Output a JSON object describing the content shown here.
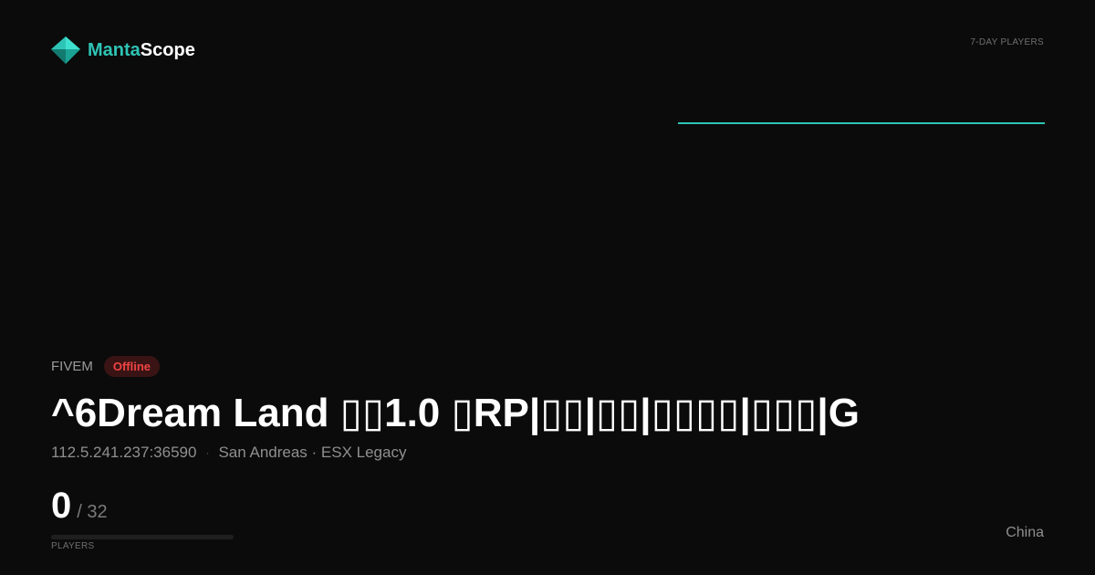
{
  "brand": {
    "name_part1": "Manta",
    "name_part2": "Scope",
    "accent": "#2ec4b6"
  },
  "chart": {
    "label": "7-DAY PLAYERS",
    "chart_data": {
      "type": "line",
      "series": [
        {
          "values": [
            0,
            0,
            0,
            0,
            0,
            0,
            0
          ]
        }
      ],
      "ylim": [
        0,
        32
      ]
    }
  },
  "server": {
    "game": "FIVEM",
    "status": "Offline",
    "name": "^6Dream Land ▯▯1.0 ▯RP|▯▯|▯▯|▯▯▯▯|▯▯▯|G",
    "address": "112.5.241.237:36590",
    "separator": "·",
    "map_and_mode": "San Andreas · ESX Legacy",
    "players_current": "0",
    "players_max": "/ 32",
    "players_fraction": 0,
    "players_label": "PLAYERS",
    "country": "China"
  }
}
